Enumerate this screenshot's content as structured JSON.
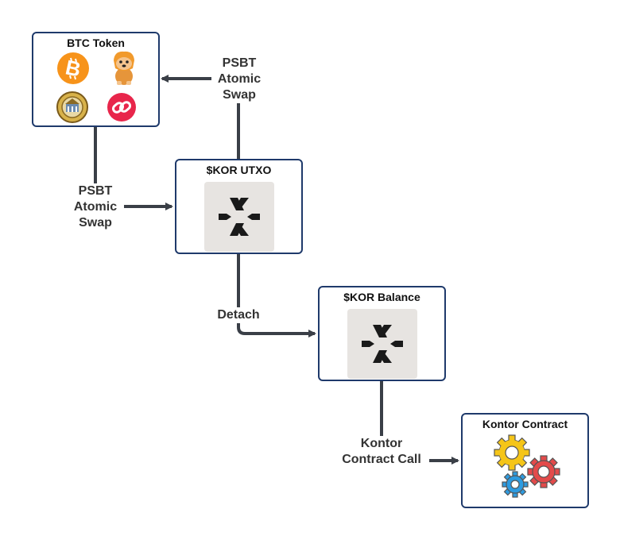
{
  "nodes": {
    "btc_token": {
      "title": "BTC Token",
      "icons": [
        "bitcoin-icon",
        "dog-mascot-icon",
        "seal-icon",
        "link-token-icon"
      ]
    },
    "kor_utxo": {
      "title": "$KOR UTXO",
      "icon": "kor-logo-icon"
    },
    "kor_balance": {
      "title": "$KOR Balance",
      "icon": "kor-logo-icon"
    },
    "kontor_contract": {
      "title": "Kontor Contract",
      "icon": "gears-icon"
    }
  },
  "edges": {
    "psbt_top": {
      "line1": "PSBT",
      "line2": "Atomic",
      "line3": "Swap"
    },
    "psbt_left": {
      "line1": "PSBT",
      "line2": "Atomic",
      "line3": "Swap"
    },
    "detach": {
      "label": "Detach"
    },
    "contract_call": {
      "line1": "Kontor",
      "line2": "Contract Call"
    }
  },
  "colors": {
    "border": "#1f3a6b",
    "connector": "#3a3f47",
    "bitcoin": "#f7931a",
    "token_red": "#e8264b",
    "gear_yellow": "#f5c518",
    "gear_red": "#e34a4a",
    "gear_blue": "#2e9be0",
    "tile": "#e7e4e1"
  }
}
